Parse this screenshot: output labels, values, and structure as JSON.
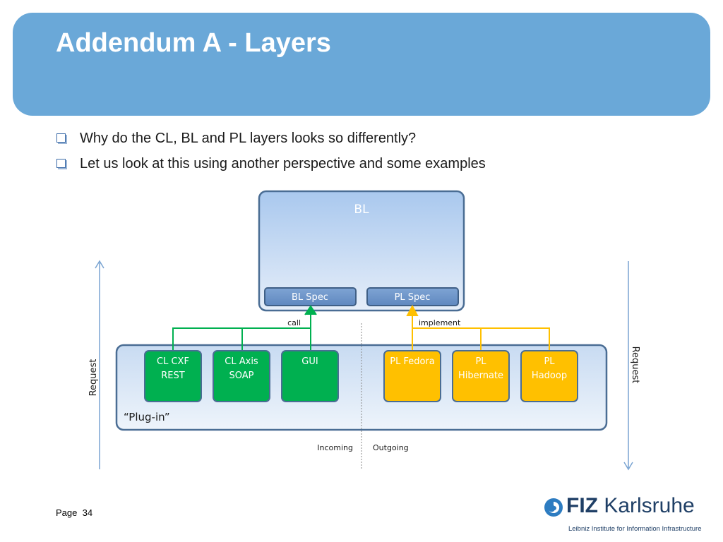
{
  "slide": {
    "title": "Addendum A - Layers",
    "bullets": [
      "Why do the CL, BL and PL layers looks so differently?",
      "Let us look at this using another perspective and some examples"
    ],
    "page_label": "Page",
    "page_number": "34"
  },
  "diagram": {
    "bl_label": "BL",
    "bl_spec": "BL Spec",
    "pl_spec": "PL Spec",
    "call_label": "call",
    "implement_label": "implement",
    "plugin_label": "“Plug-in”",
    "incoming_label": "Incoming",
    "outgoing_label": "Outgoing",
    "request_left": "Request",
    "request_right": "Request",
    "green_boxes": [
      {
        "line1": "CL CXF",
        "line2": "REST"
      },
      {
        "line1": "CL Axis",
        "line2": "SOAP"
      },
      {
        "line1": "GUI",
        "line2": ""
      }
    ],
    "yellow_boxes": [
      {
        "line1": "PL Fedora",
        "line2": ""
      },
      {
        "line1": "PL",
        "line2": "Hibernate"
      },
      {
        "line1": "PL",
        "line2": "Hadoop"
      }
    ],
    "colors": {
      "header": "#6aa8d8",
      "green": "#00b050",
      "yellow": "#ffc000",
      "spec": "#6c94c8",
      "outline": "#4a6d94"
    }
  },
  "logo": {
    "brand": "FIZ",
    "brand_rest": " Karlsruhe",
    "tagline": "Leibniz Institute for Information Infrastructure"
  }
}
